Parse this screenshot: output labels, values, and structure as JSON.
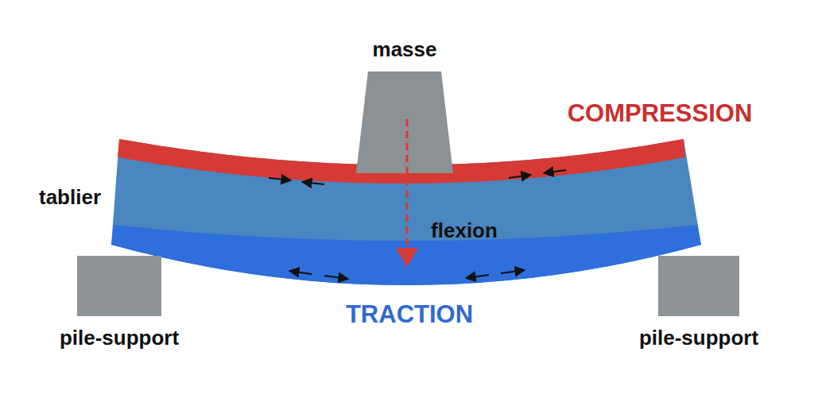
{
  "diagram": {
    "nodes": [
      {
        "text": [
          "masse"
        ]
      },
      {
        "text": [
          "pile-support"
        ]
      },
      {
        "text": [
          "pile-support"
        ]
      }
    ],
    "labels": [
      "tablier",
      "COMPRESSION",
      "flexion",
      "TRACTION"
    ]
  }
}
